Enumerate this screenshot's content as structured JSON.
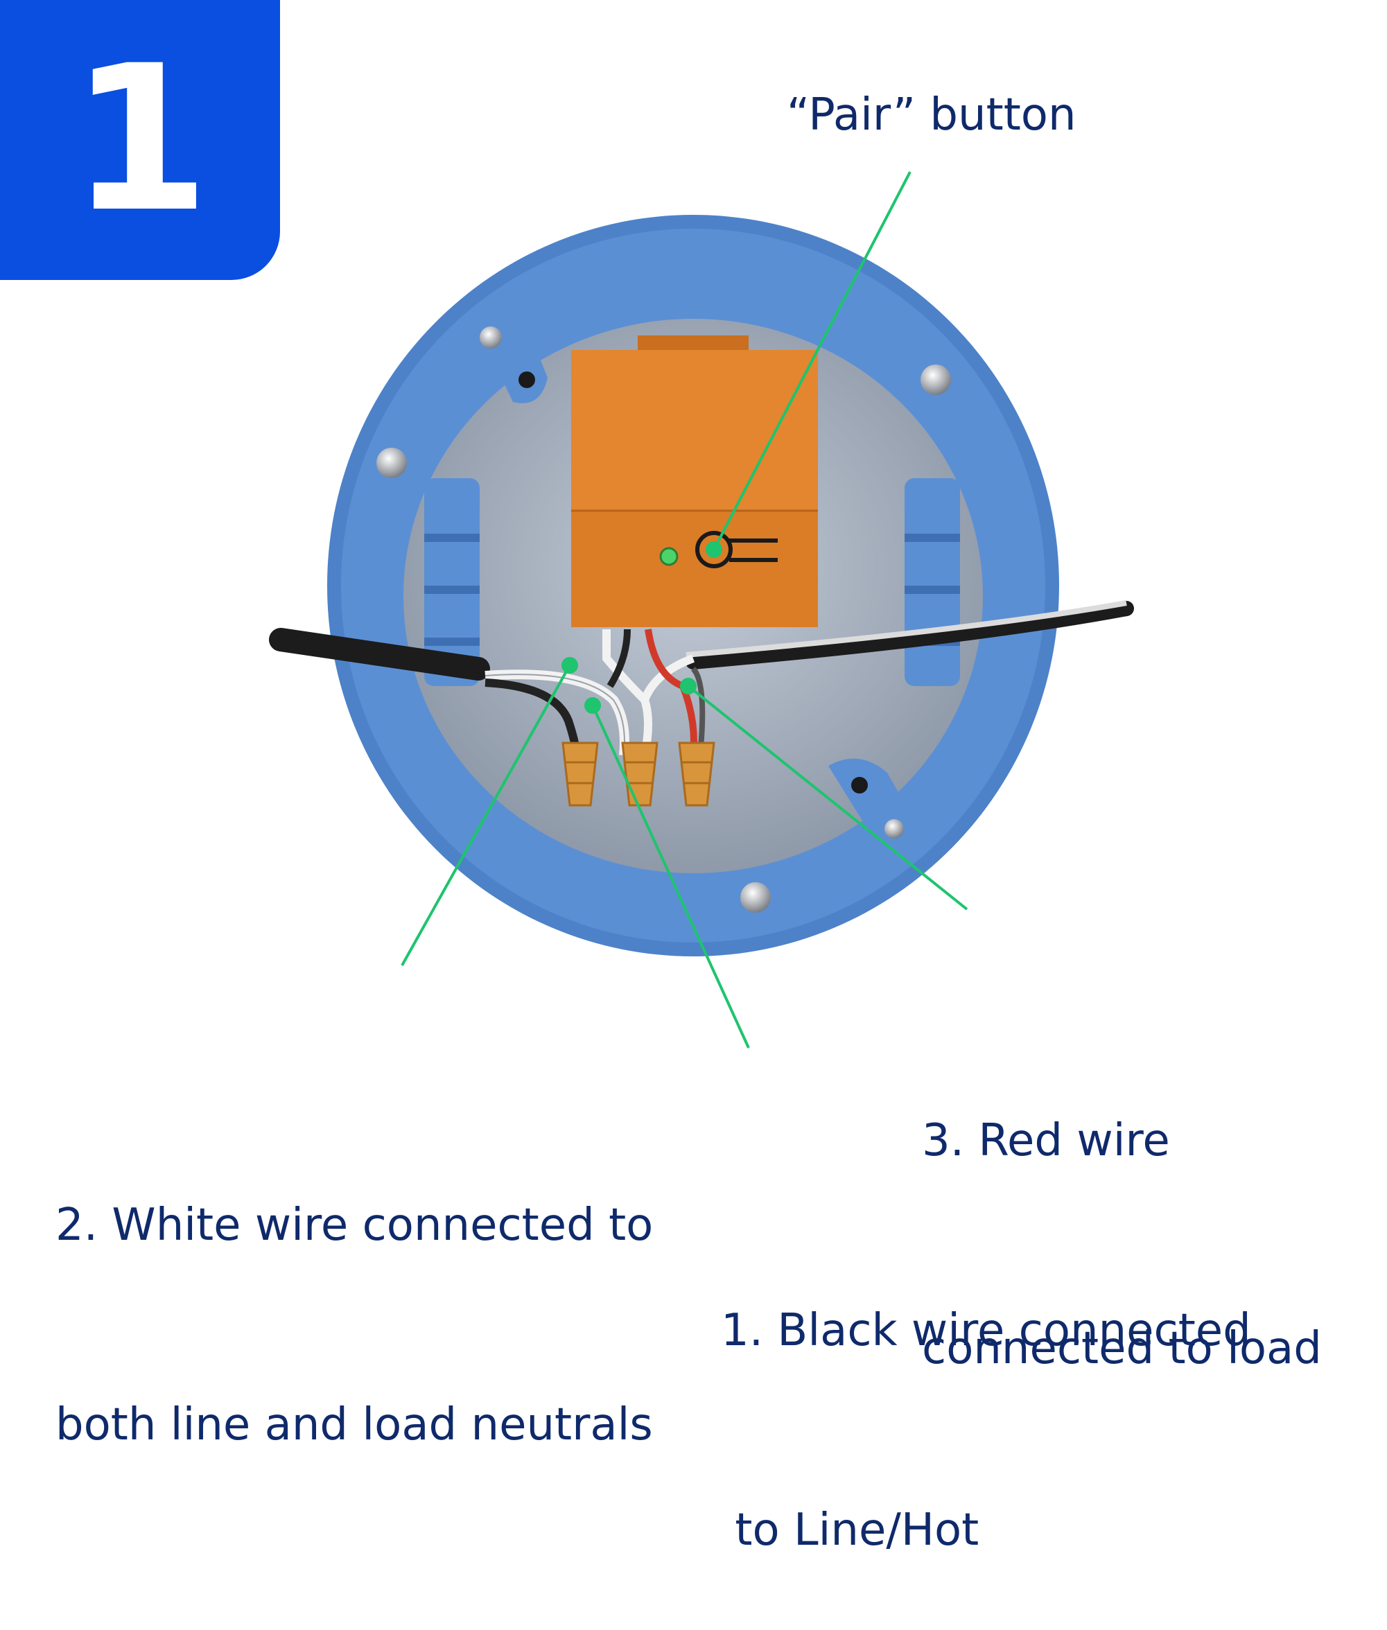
{
  "step": {
    "number": "1"
  },
  "labels": {
    "pair_button": "“Pair” button",
    "white_wire_line1": "2. White wire connected to",
    "white_wire_line2": "both line and load neutrals",
    "red_wire_line1": "3. Red wire",
    "red_wire_line2": "connected to load",
    "black_wire_line1": "1. Black wire connected",
    "black_wire_line2": " to Line/Hot"
  },
  "colors": {
    "badge": "#0a4fe0",
    "label_text": "#0f2a6b",
    "leader_line": "#1ec46e",
    "box_blue": "#4d82c9",
    "module_orange": "#e3862f"
  }
}
